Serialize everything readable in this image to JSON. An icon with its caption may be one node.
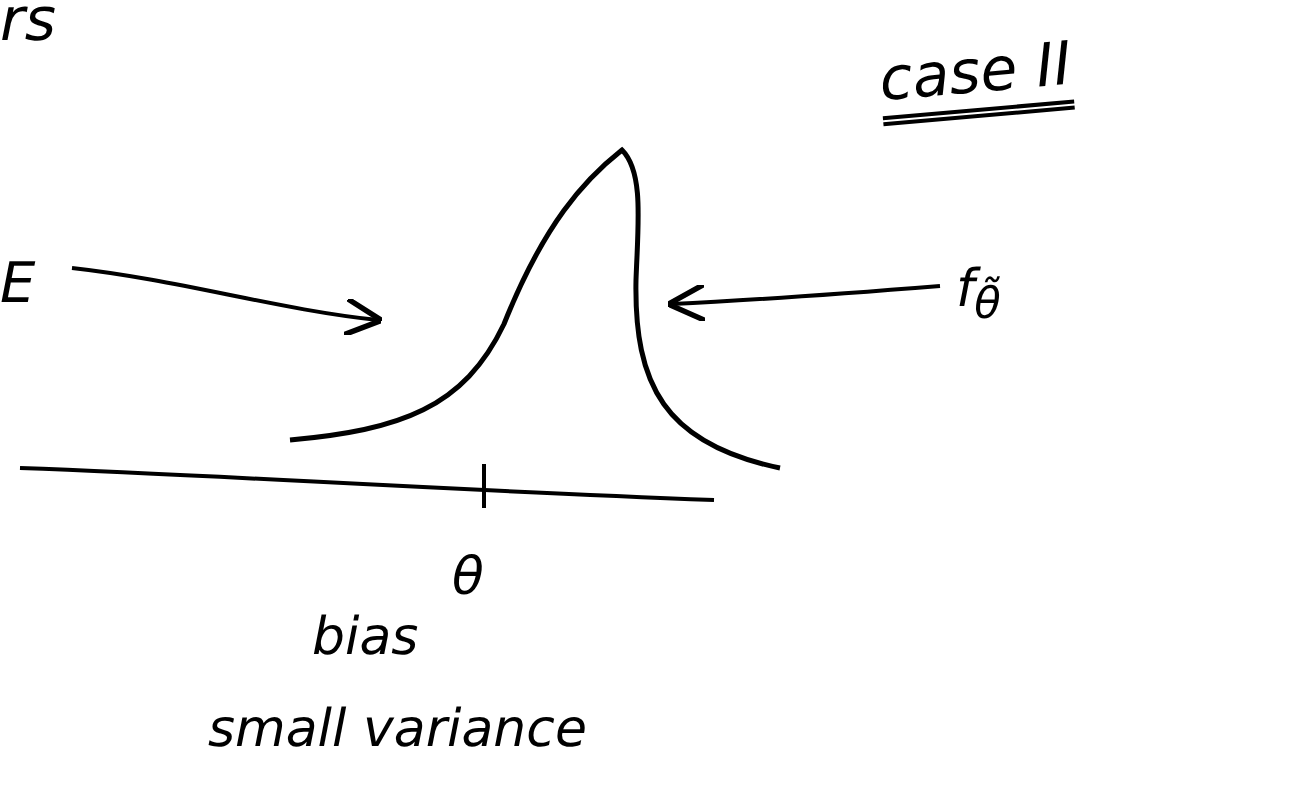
{
  "diagram": {
    "nodes": [
      {
        "text": [
          "E"
        ]
      },
      {
        "text": [],
        "shape": "curve"
      },
      {
        "text": [
          "f$_{θ̃}$"
        ]
      }
    ],
    "edges": [
      {
        "from": 0,
        "to": 1,
        "arrow": "to"
      },
      {
        "from": 2,
        "to": 1,
        "arrow": "to"
      }
    ],
    "labels": [
      "rs",
      "case II",
      "θ",
      "bias",
      "small variance"
    ]
  }
}
